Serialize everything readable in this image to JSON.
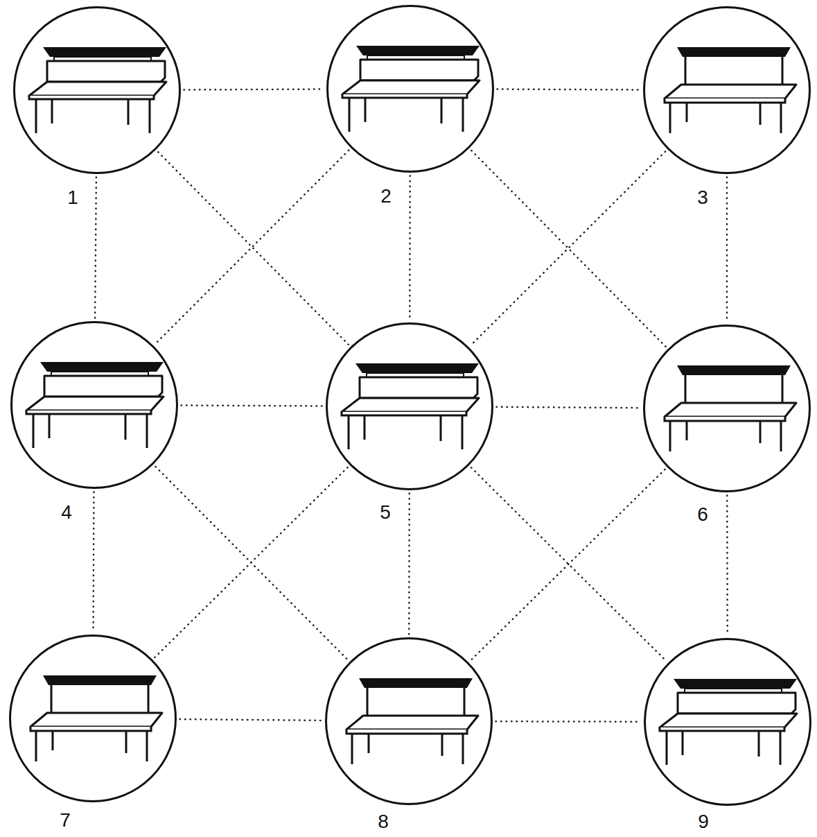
{
  "diagram": {
    "nodes": [
      {
        "text": [
          "1"
        ]
      },
      {
        "text": [
          "2"
        ]
      },
      {
        "text": [
          "3"
        ]
      },
      {
        "text": [
          "4"
        ]
      },
      {
        "text": [
          "5"
        ]
      },
      {
        "text": [
          "6"
        ]
      },
      {
        "text": [
          "7"
        ]
      },
      {
        "text": [
          "8"
        ]
      },
      {
        "text": [
          "9"
        ]
      }
    ],
    "edges": [
      {
        "from": 0,
        "to": 1,
        "arrow": "none"
      },
      {
        "from": 0,
        "to": 3,
        "arrow": "none"
      },
      {
        "from": 0,
        "to": 4,
        "arrow": "none"
      },
      {
        "from": 1,
        "to": 2,
        "arrow": "none"
      },
      {
        "from": 1,
        "to": 3,
        "arrow": "none"
      },
      {
        "from": 1,
        "to": 4,
        "arrow": "none"
      },
      {
        "from": 1,
        "to": 5,
        "arrow": "none"
      },
      {
        "from": 2,
        "to": 4,
        "arrow": "none"
      },
      {
        "from": 2,
        "to": 5,
        "arrow": "none"
      },
      {
        "from": 3,
        "to": 4,
        "arrow": "none"
      },
      {
        "from": 3,
        "to": 6,
        "arrow": "none"
      },
      {
        "from": 3,
        "to": 7,
        "arrow": "none"
      },
      {
        "from": 4,
        "to": 5,
        "arrow": "none"
      },
      {
        "from": 4,
        "to": 6,
        "arrow": "none"
      },
      {
        "from": 4,
        "to": 7,
        "arrow": "none"
      },
      {
        "from": 4,
        "to": 8,
        "arrow": "none"
      },
      {
        "from": 5,
        "to": 7,
        "arrow": "none"
      },
      {
        "from": 5,
        "to": 8,
        "arrow": "none"
      },
      {
        "from": 6,
        "to": 7,
        "arrow": "none"
      },
      {
        "from": 7,
        "to": 8,
        "arrow": "none"
      }
    ]
  }
}
